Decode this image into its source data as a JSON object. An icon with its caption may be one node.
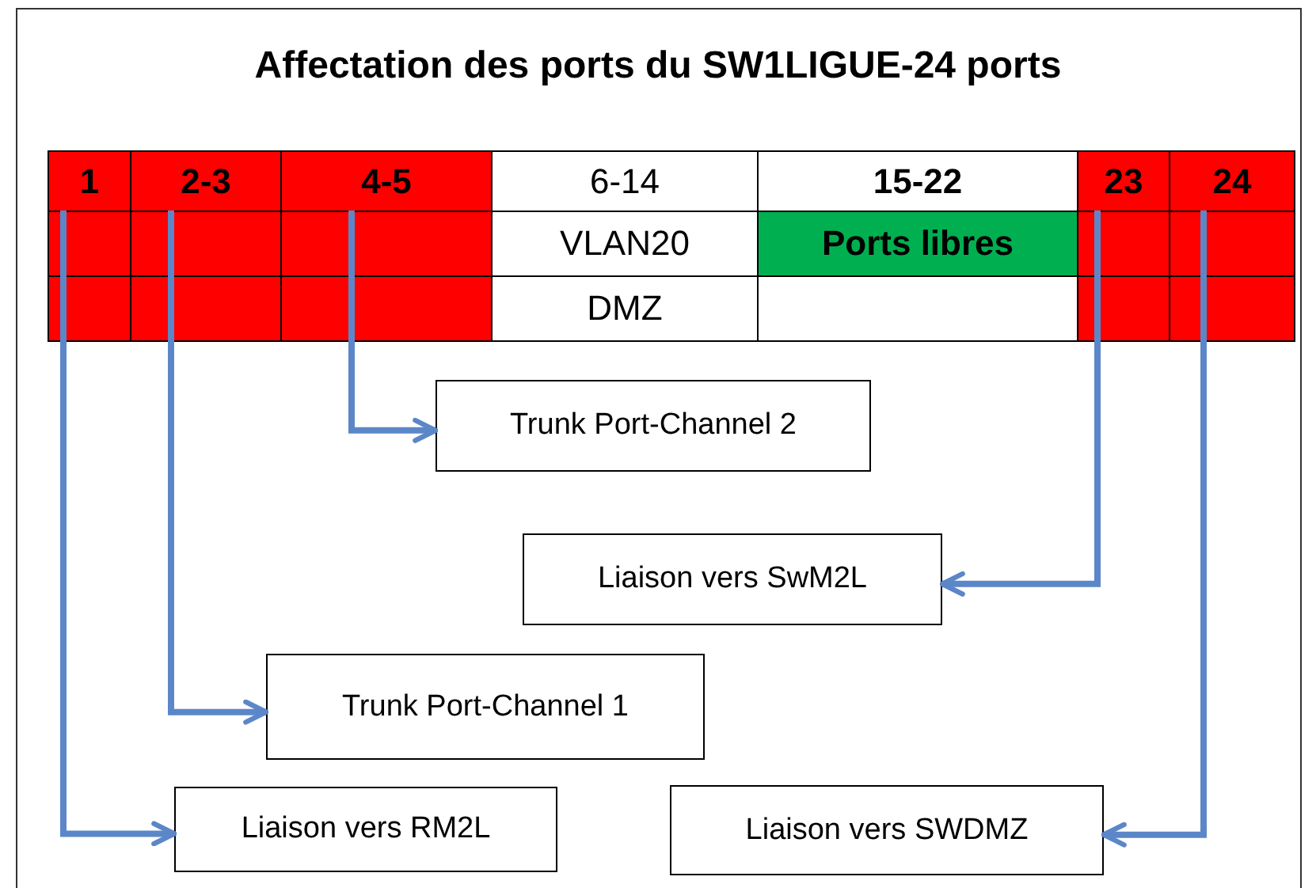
{
  "diagram": {
    "title": "Affectation des ports du SW1LIGUE-24 ports",
    "nodes": [
      {
        "text": [
          "1"
        ]
      },
      {
        "text": [
          "2-3"
        ]
      },
      {
        "text": [
          "4-5"
        ]
      },
      {
        "text": [
          "23"
        ]
      },
      {
        "text": [
          "24"
        ]
      },
      {
        "text": [
          "Trunk Port-Channel 2"
        ]
      },
      {
        "text": [
          "Liaison vers SwM2L"
        ]
      },
      {
        "text": [
          "Trunk Port-Channel 1"
        ]
      },
      {
        "text": [
          "Liaison vers RM2L"
        ]
      },
      {
        "text": [
          "Liaison vers SWDMZ"
        ]
      }
    ],
    "edges": [
      {
        "from": 0,
        "to": 8,
        "arrow": "to"
      },
      {
        "from": 1,
        "to": 7,
        "arrow": "to"
      },
      {
        "from": 2,
        "to": 5,
        "arrow": "to"
      },
      {
        "from": 3,
        "to": 6,
        "arrow": "to"
      },
      {
        "from": 4,
        "to": 9,
        "arrow": "to"
      }
    ],
    "labels": [
      "6-14",
      "15-22",
      "VLAN20",
      "Ports libres",
      "DMZ"
    ]
  }
}
